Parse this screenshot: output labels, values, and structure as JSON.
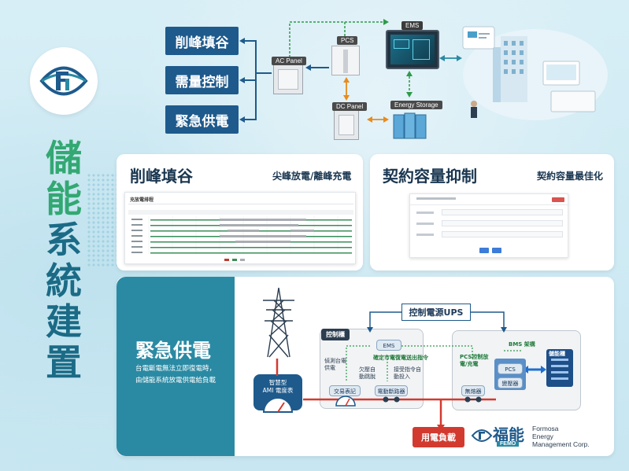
{
  "title_vertical": [
    "儲",
    "能",
    "系",
    "統",
    "建",
    "置"
  ],
  "top_labels": [
    "削峰填谷",
    "需量控制",
    "緊急供電"
  ],
  "components": {
    "ac_panel": "AC Panel",
    "pcs": "PCS",
    "ems": "EMS",
    "dc_panel": "DC Panel",
    "energy_storage": "Energy Storage"
  },
  "panel_peak": {
    "title": "削峰填谷",
    "subtitle": "尖峰放電/離峰充電",
    "shot_title": "充放電排程"
  },
  "panel_contract": {
    "title": "契約容量抑制",
    "subtitle": "契約容量最佳化"
  },
  "panel_emergency": {
    "title": "緊急供電",
    "desc_line1": "台電斷電無法立即復電時，",
    "desc_line2": "由儲能系統放電供電給負載",
    "ups": "控制電源UPS",
    "control_cabinet": "控制櫃",
    "ems_chip": "EMS",
    "ems_note": "確定市電復電送出指令",
    "detect_note": "偵測台電供電",
    "undervoltage_note": "欠壓自動跳脫",
    "close_note": "接受指令自動投入",
    "meter_chip": "交易表記",
    "breaker_chip": "電動斷路器",
    "pcs_control": "PCS控制放電/充電",
    "bms": "BMS 架構",
    "storage_cabinet": "儲能櫃",
    "pcs_chip": "PCS",
    "transformer_chip": "變壓器",
    "switch_chip": "無熔器",
    "ami_line1": "智慧型",
    "ami_line2": "AMI 電度表",
    "load": "用電負載"
  },
  "brand": {
    "cn": "福能",
    "badge": "FEMO",
    "en_line1": "Formosa",
    "en_line2": "Energy",
    "en_line3": "Management Corp."
  },
  "colors": {
    "primary": "#1e5a8c",
    "teal": "#2a8aa3",
    "green": "#33a872",
    "red": "#d33a2f",
    "orange": "#e88b1e"
  }
}
